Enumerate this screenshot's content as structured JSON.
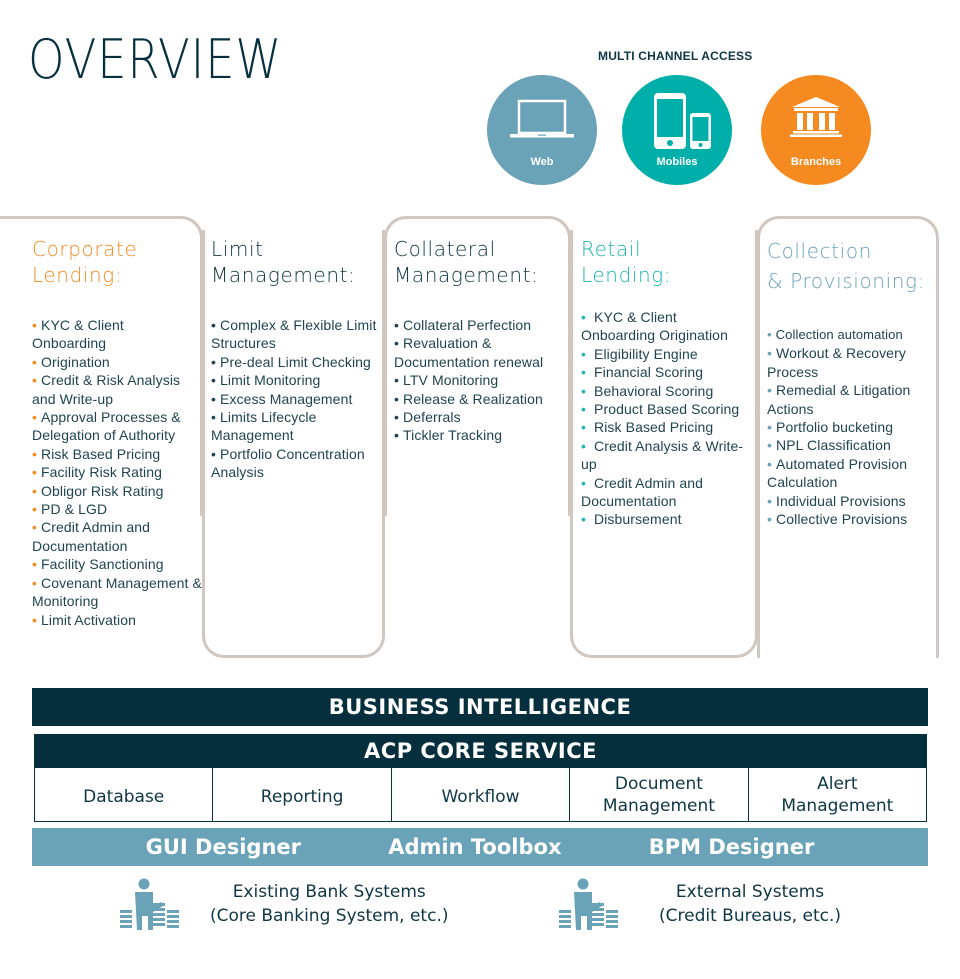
{
  "page": {
    "title": "OVERVIEW"
  },
  "multi_channel": {
    "label": "MULTI CHANNEL ACCESS",
    "channels": [
      {
        "label": "Web",
        "icon": "laptop-icon",
        "color": "#6aa3b8"
      },
      {
        "label": "Mobiles",
        "icon": "mobile-phones-icon",
        "color": "#00aeaa"
      },
      {
        "label": "Branches",
        "icon": "bank-building-icon",
        "color": "#f48a20"
      }
    ]
  },
  "modules": [
    {
      "title_line1": "Corporate",
      "title_line2": "Lending:",
      "title_color": "#f48a20",
      "bullet_color": "#f48a20",
      "items": [
        "KYC & Client Onboarding",
        "Origination",
        "Credit & Risk Analysis and Write-up",
        "Approval Processes & Delegation of Authority",
        "Risk Based Pricing",
        "Facility Risk Rating",
        "Obligor Risk Rating",
        "PD & LGD",
        "Credit Admin and Documentation",
        "Facility Sanctioning",
        "Covenant Management & Monitoring",
        "Limit Activation"
      ]
    },
    {
      "title_line1": "Limit",
      "title_line2": "Management:",
      "title_color": "#0f3644",
      "bullet_color": "#0f3644",
      "items": [
        "Complex & Flexible Limit Structures",
        "Pre-deal Limit Checking",
        "Limit Monitoring",
        "Excess Management",
        "Limits Lifecycle Management",
        "Portfolio Concentration Analysis"
      ]
    },
    {
      "title_line1": "Collateral",
      "title_line2": "Management:",
      "title_color": "#0f3644",
      "bullet_color": "#0f3644",
      "items": [
        "Collateral Perfection",
        "Revaluation & Documentation renewal",
        "LTV Monitoring",
        "Release & Realization",
        "Deferrals",
        "Tickler Tracking"
      ]
    },
    {
      "title_line1": "Retail",
      "title_line2": "Lending:",
      "title_color": "#1fb5b0",
      "bullet_color": "#1fb5b0",
      "items": [
        "KYC & Client Onboarding Origination",
        "Eligibility Engine",
        "Financial Scoring",
        "Behavioral Scoring",
        "Product Based Scoring",
        "Risk Based Pricing",
        "Credit Analysis & Write-up",
        "Credit Admin and Documentation",
        "Disbursement"
      ]
    },
    {
      "title_line1": "Collection",
      "title_line2": "& Provisioning:",
      "title_color": "#6aa3b8",
      "bullet_color": "#6aa3b8",
      "items": [
        "Collection automation",
        "Workout & Recovery Process",
        "Remedial & Litigation Actions",
        "Portfolio bucketing",
        "NPL Classification",
        "Automated Provision Calculation",
        "Individual Provisions",
        "Collective Provisions"
      ]
    }
  ],
  "architecture": {
    "business_intelligence": "BUSINESS INTELLIGENCE",
    "core_service": "ACP CORE SERVICE",
    "services": [
      {
        "line1": "Database",
        "line2": ""
      },
      {
        "line1": "Reporting",
        "line2": ""
      },
      {
        "line1": "Workflow",
        "line2": ""
      },
      {
        "line1": "Document",
        "line2": "Management"
      },
      {
        "line1": "Alert",
        "line2": "Management"
      }
    ],
    "tools": [
      "GUI Designer",
      "Admin Toolbox",
      "BPM Designer"
    ]
  },
  "integrations": [
    {
      "line1": "Existing Bank Systems",
      "line2": "(Core Banking System, etc.)",
      "icon": "person-with-coins-icon"
    },
    {
      "line1": "External Systems",
      "line2": "(Credit Bureaus, etc.)",
      "icon": "person-with-coins-icon"
    }
  ],
  "colors": {
    "navy": "#062f3e",
    "steel_blue": "#6aa3b8",
    "teal": "#00aeaa",
    "orange": "#f48a20",
    "border_beige": "#d0c8c0"
  }
}
